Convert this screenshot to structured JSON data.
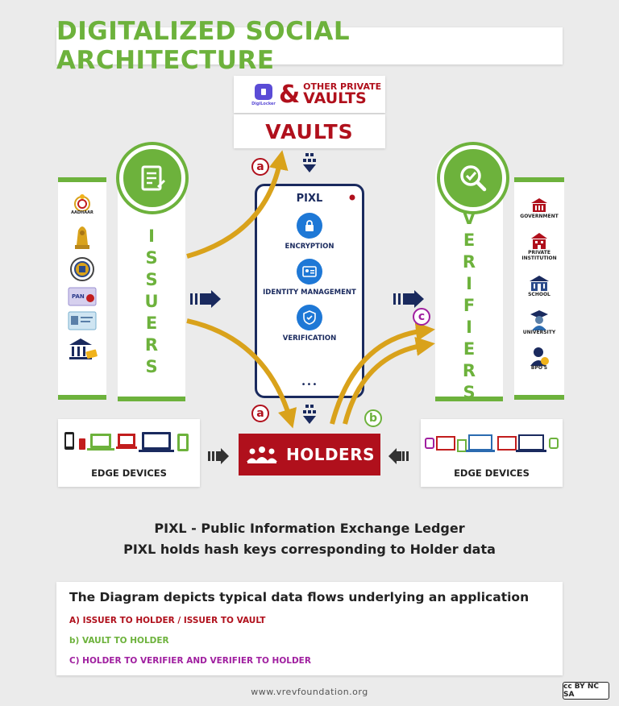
{
  "title": "DIGITALIZED SOCIAL ARCHITECTURE",
  "vaults": {
    "digilocker_label": "DigiLocker",
    "ampersand": "&",
    "other_private_line1": "OTHER PRIVATE",
    "other_private_line2": "VAULTS",
    "main_label": "VAULTS"
  },
  "issuers": {
    "label_letters": [
      "I",
      "S",
      "S",
      "U",
      "E",
      "R",
      "S"
    ],
    "logos": [
      {
        "icon": "aadhaar-icon",
        "caption": "AADHAAR"
      },
      {
        "icon": "state-emblem-icon",
        "caption": ""
      },
      {
        "icon": "university-seal-icon",
        "caption": ""
      },
      {
        "icon": "pan-card-icon",
        "caption": "PAN"
      },
      {
        "icon": "id-card-icon",
        "caption": ""
      },
      {
        "icon": "bank-icon",
        "caption": ""
      }
    ]
  },
  "verifiers": {
    "label_letters": [
      "V",
      "E",
      "R",
      "I",
      "F",
      "I",
      "E",
      "R",
      "S"
    ],
    "items": [
      {
        "icon": "government-icon",
        "label": "GOVERNMENT"
      },
      {
        "icon": "private-institution-icon",
        "label": "PRIVATE INSTITUTION"
      },
      {
        "icon": "school-icon",
        "label": "SCHOOL"
      },
      {
        "icon": "university-icon",
        "label": "UNIVERSITY"
      },
      {
        "icon": "bpo-icon",
        "label": "BPO'S"
      }
    ]
  },
  "pixl": {
    "title": "PIXL",
    "features": [
      {
        "icon": "lock-icon",
        "label": "ENCRYPTION"
      },
      {
        "icon": "id-badge-icon",
        "label": "IDENTITY MANAGEMENT"
      },
      {
        "icon": "shield-check-icon",
        "label": "VERIFICATION"
      }
    ]
  },
  "holders": {
    "label": "HOLDERS"
  },
  "edge_devices": {
    "left_label": "EDGE DEVICES",
    "right_label": "EDGE DEVICES"
  },
  "badges": {
    "a": "a",
    "b": "b",
    "c": "c"
  },
  "captions": {
    "line1": "PIXL - Public Information Exchange Ledger",
    "line2": "PIXL holds hash keys corresponding to Holder data"
  },
  "info": {
    "title": "The Diagram depicts typical data flows underlying an application",
    "flows": [
      {
        "text": "A) ISSUER TO HOLDER / ISSUER TO VAULT",
        "color": "#b0101c"
      },
      {
        "text": "b) VAULT TO HOLDER",
        "color": "#6db23c"
      },
      {
        "text": "C) HOLDER TO VERIFIER AND VERIFIER TO HOLDER",
        "color": "#a020a0"
      }
    ]
  },
  "colors": {
    "green": "#6db23c",
    "red": "#b0101c",
    "navy": "#1a2a5e",
    "gold": "#d9a21b",
    "purple": "#a020a0",
    "blue": "#1e78d6"
  },
  "footer": {
    "url": "www.vrevfoundation.org",
    "license": "cc BY NC SA"
  }
}
